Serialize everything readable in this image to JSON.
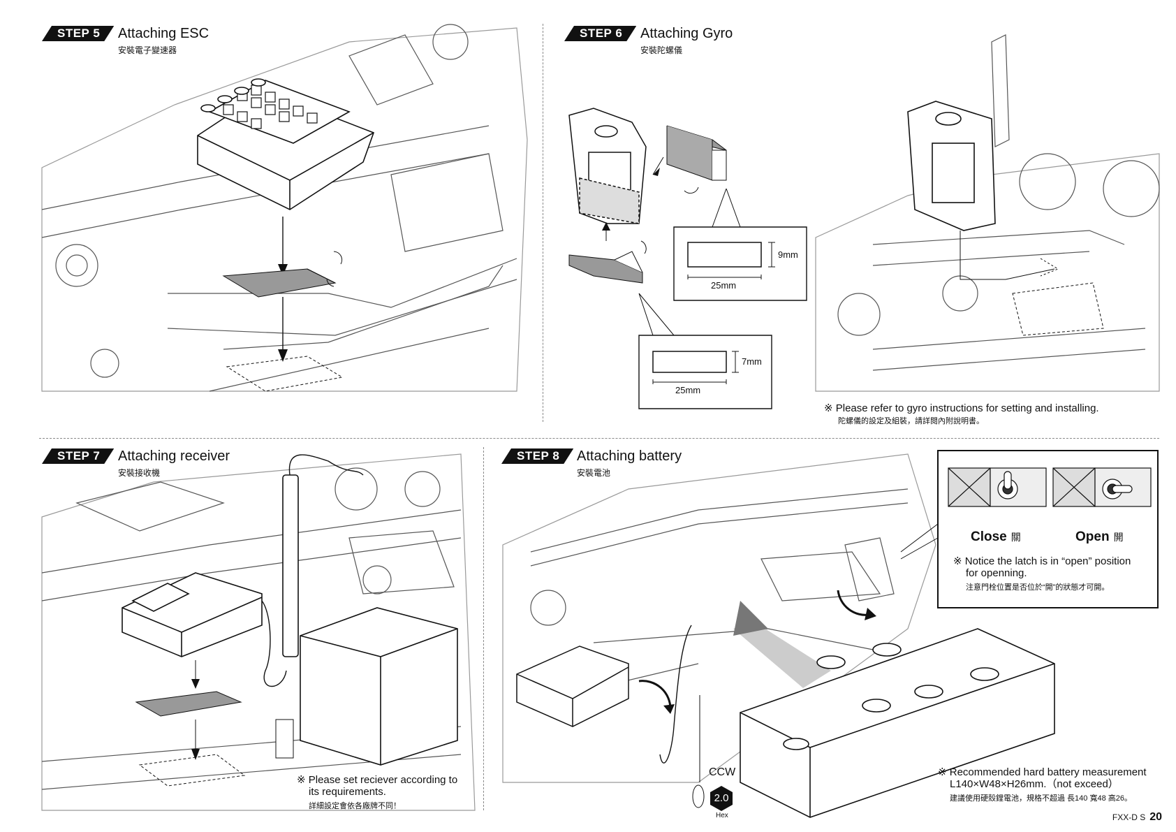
{
  "steps": [
    {
      "badge": "STEP 5",
      "title": "Attaching ESC",
      "subtitle": "安裝電子變速器"
    },
    {
      "badge": "STEP 6",
      "title": "Attaching Gyro",
      "subtitle": "安裝陀螺儀"
    },
    {
      "badge": "STEP 7",
      "title": "Attaching receiver",
      "subtitle": "安裝接收機"
    },
    {
      "badge": "STEP 8",
      "title": "Attaching battery",
      "subtitle": "安裝電池"
    }
  ],
  "gyro": {
    "tape_large": {
      "height": "9mm",
      "width": "25mm"
    },
    "tape_small": {
      "height": "7mm",
      "width": "25mm"
    },
    "note": "※ Please refer to gyro instructions for setting and installing.",
    "note_zh": "陀螺儀的設定及組裝，請詳閱內附說明書。"
  },
  "receiver": {
    "note_line1": "※ Please set reciever according to",
    "note_line2": "its requirements.",
    "note_zh": "詳細設定會依各廠牌不同！"
  },
  "battery": {
    "latch_close": "Close",
    "latch_close_zh": "關",
    "latch_open": "Open",
    "latch_open_zh": "開",
    "latch_note_line1": "※ Notice the latch is in “open” position",
    "latch_note_line2": "for openning.",
    "latch_note_zh": "注意門栓位置是否位於“開”的狀態才可開。",
    "screw_dir": "CCW",
    "hex_size": "2.0",
    "hex_label": "Hex",
    "note_line1": "※ Recommended hard battery measurement",
    "note_line2": "L140×W48×H26mm.（not exceed）",
    "note_zh": "建議使用硬殼鋰電池，規格不超過 長140 寬48 高26。"
  },
  "footer": {
    "model": "FXX-D S",
    "page": "20"
  }
}
